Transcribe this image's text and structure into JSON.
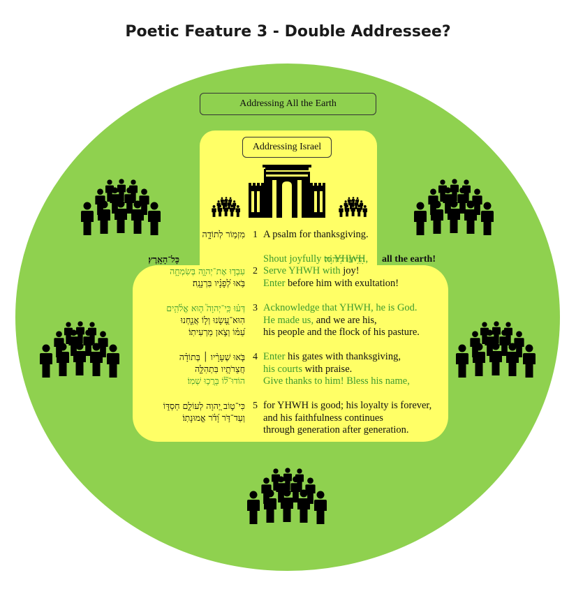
{
  "title": "Poetic Feature 3 - Double Addressee?",
  "labels": {
    "outer": "Addressing All the Earth",
    "inner": "Addressing Israel",
    "earth_call": "all the earth!"
  },
  "colors": {
    "earth_green": "#8fd14f",
    "israel_yellow": "#ffff66",
    "imperative_green": "#3e9a2e"
  },
  "icons": {
    "crowd": "people-crowd-icon",
    "temple": "temple-icon"
  },
  "hebrew": {
    "v1": "מִזְמ֥וֹר לְתוֹדָ֑ה",
    "v1b_a": "הָרִ֥יעוּ לַ֝יהוָ֗ה",
    "v1b_b": "כָּל־הָאָֽרֶץ׃",
    "v2a": "עִבְד֣וּ אֶת־יְהוָ֣ה בְּשִׂמְחָ֑ה",
    "v2b": "בֹּ֥אוּ לְ֝פָנָ֗יו בִּרְנָנָֽה׃",
    "v3a": "דְּע֗וּ כִּֽי־יְהוָה֮ ה֤וּא אֱלֹ֫הִ֥ים",
    "v3b": "הֽוּא־עָ֭שָׂנוּ וְל֣וֹ אֲנַ֑חְנוּ",
    "v3c": "עַ֝מּ֗וֹ וְצֹ֣אן מַרְעִיתֽוֹ׃",
    "v4a": "בֹּ֤אוּ שְׁעָרָ֨יו ׀ בְּתוֹדָ֗ה",
    "v4b": "חֲצֵרֹתָ֥יו בִּתְהִלָּ֑ה",
    "v4c": "הוֹדוּ־ל֝֗וֹ בָּרֲכ֥וּ שְׁמֽוֹ׃",
    "v5a": "כִּי־ט֣וֹב יְ֭הוָה לְעוֹלָ֣ם חַסְדּ֑וֹ",
    "v5b": "וְעַד־דֹּ֥ר וָ֝דֹ֗ר אֱמוּנָתֽוֹ׃"
  },
  "verse_numbers": [
    "1",
    "2",
    "3",
    "4",
    "5"
  ],
  "english": {
    "v1": "A psalm for thanksgiving.",
    "v1b": "Shout joyfully to YHWH,",
    "v2a_g": "Serve YHWH with",
    "v2a": " joy!",
    "v2b_g": "Enter",
    "v2b": " before him with exultation!",
    "v3a_g": "Acknowledge that YHWH, he is God.",
    "v3b_g": "He made us,",
    "v3b": " and we are his,",
    "v3c": "his people and the flock of his pasture.",
    "v4a_g": "Enter",
    "v4a": " his gates with thanksgiving,",
    "v4b_g": "his courts",
    "v4b": " with praise.",
    "v4c_g": "Give thanks to him! Bless his name,",
    "v5a": "for YHWH is good; his loyalty is forever,",
    "v5b": "and his faithfulness continues",
    "v5c": "through generation after generation."
  }
}
